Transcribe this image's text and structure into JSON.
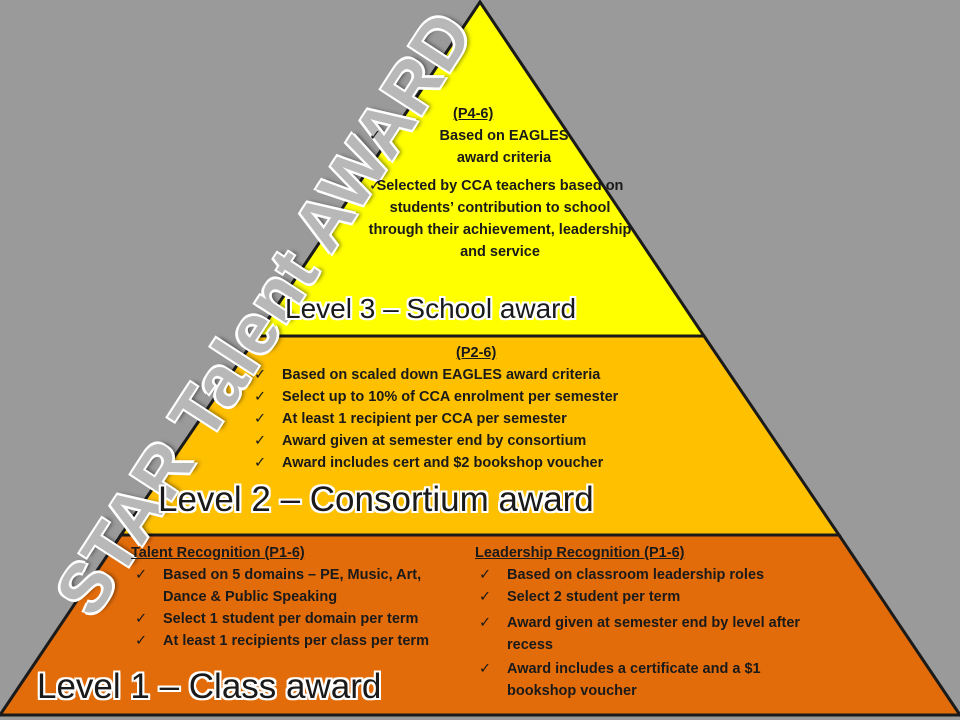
{
  "side_title": "STAR Talent AWARD",
  "colors": {
    "background": "#9a9a9a",
    "level3_fill": "#ffff00",
    "level2_fill": "#ffc000",
    "level1_fill": "#e36c0a"
  },
  "level3": {
    "header": "(P4-6)",
    "items": [
      "Based on EAGLES award criteria",
      "Selected by CCA teachers based on students’ contribution to school through their achievement, leadership and service"
    ],
    "title": "Level 3 – School award"
  },
  "level2": {
    "header": "(P2-6)",
    "items": [
      "Based on scaled down EAGLES award criteria",
      "Select up to 10% of CCA enrolment per semester",
      "At least 1 recipient per CCA per semester",
      "Award given at semester end by consortium",
      "Award includes cert and $2 bookshop voucher"
    ],
    "title": "Level 2 – Consortium award"
  },
  "level1": {
    "talent": {
      "header": "Talent Recognition (P1-6)",
      "items": [
        "Based on 5 domains – PE, Music, Art, Dance & Public Speaking",
        "Select 1 student per domain per term",
        "At least 1 recipients per class per term"
      ]
    },
    "leadership": {
      "header": "Leadership Recognition (P1-6)",
      "items": [
        "Based on classroom leadership roles",
        "Select 2 student per term",
        "Award given at semester end by level after recess",
        "Award includes a certificate and a $1 bookshop voucher"
      ]
    },
    "title": "Level 1 – Class award"
  }
}
